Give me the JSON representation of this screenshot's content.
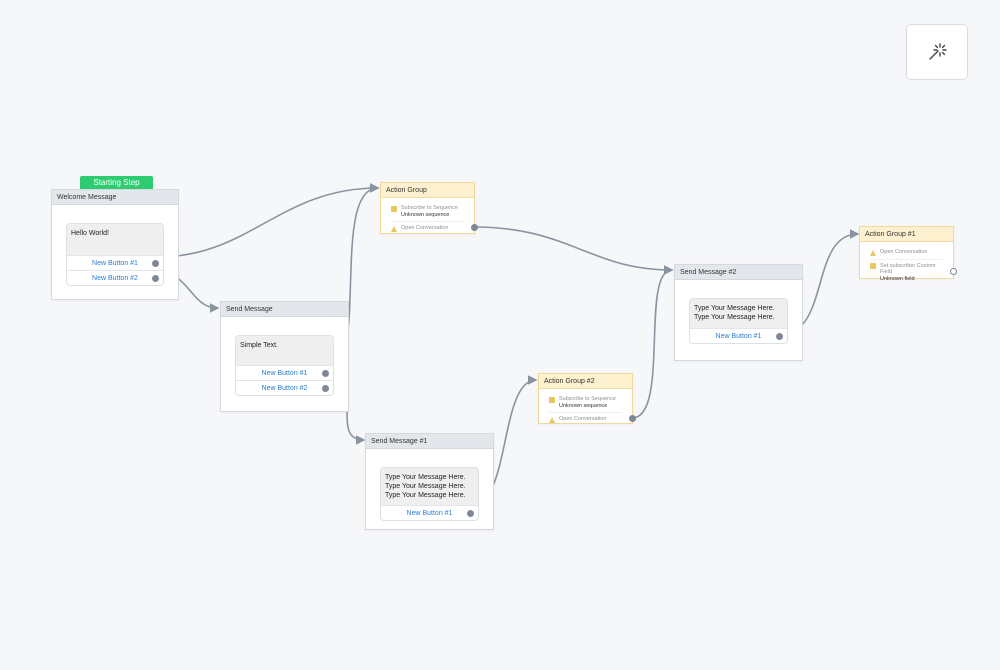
{
  "magic_button": {
    "icon": "magic-wand-icon"
  },
  "start_badge": {
    "label": "Starting Step",
    "color": "#2ecc71"
  },
  "nodes": {
    "welcome": {
      "title": "Welcome Message",
      "text": "Hello World!",
      "buttons": [
        "New Button #1",
        "New Button #2"
      ]
    },
    "send": {
      "title": "Send Message",
      "text": "Simple Text.",
      "buttons": [
        "New Button #1",
        "New Button #2"
      ]
    },
    "send1": {
      "title": "Send Message #1",
      "text": "Type Your Message Here. Type Your Message Here. Type Your Message Here.",
      "buttons": [
        "New Button #1"
      ]
    },
    "send2": {
      "title": "Send Message #2",
      "text": "Type Your Message Here. Type Your Message Here.",
      "buttons": [
        "New Button #1"
      ]
    },
    "action": {
      "title": "Action Group",
      "rows": [
        {
          "icon": "sequence-icon",
          "label": "Subscribe to Sequence",
          "sub": "Unknown sequence"
        },
        {
          "icon": "chat-icon",
          "label": "Open Conversation",
          "sub": ""
        }
      ]
    },
    "action2": {
      "title": "Action Group #2",
      "rows": [
        {
          "icon": "sequence-icon",
          "label": "Subscribe to Sequence",
          "sub": "Unknown sequence"
        },
        {
          "icon": "chat-icon",
          "label": "Open Conversation",
          "sub": ""
        }
      ]
    },
    "action1": {
      "title": "Action Group #1",
      "rows": [
        {
          "icon": "chat-icon",
          "label": "Open Conversation",
          "sub": ""
        },
        {
          "icon": "field-icon",
          "label": "Set subscriber Custom Field",
          "sub": "Unknown field"
        }
      ]
    }
  },
  "colors": {
    "wire": "#8a93a0",
    "link": "#2a7fd4",
    "action_header": "#fdf1cf",
    "message_header": "#e3e7ec"
  }
}
